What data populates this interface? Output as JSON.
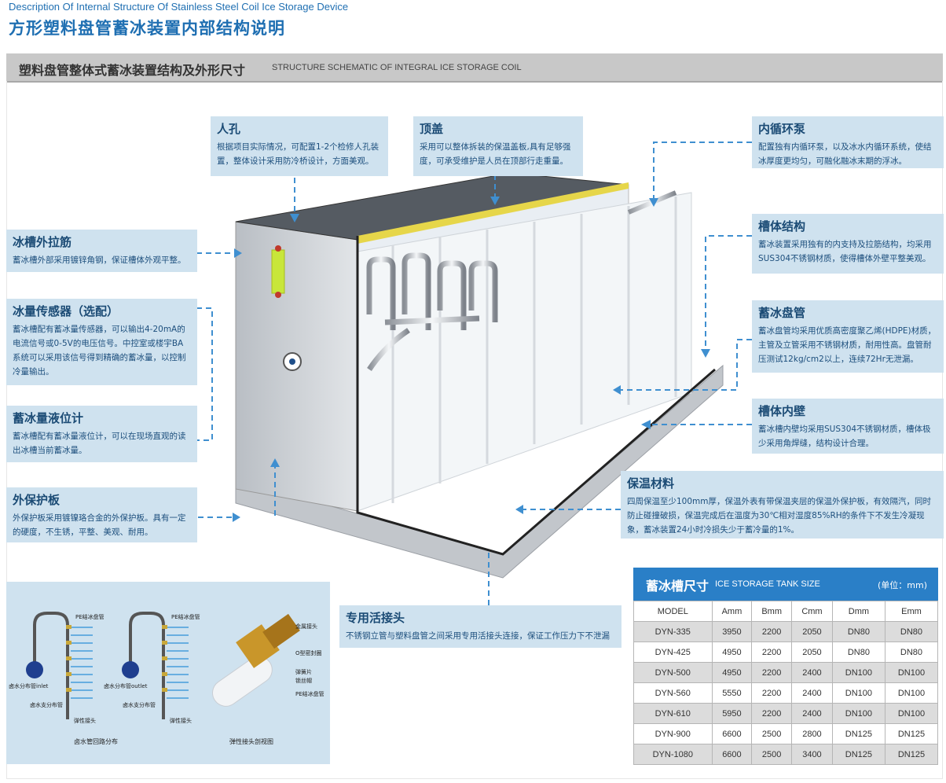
{
  "header": {
    "subtitle": "Description Of Internal Structure Of Stainless Steel Coil Ice Storage Device",
    "title": "方形塑料盘管蓄冰装置内部结构说明"
  },
  "section": {
    "title_zh": "塑料盘管整体式蓄冰装置结构及外形尺寸",
    "title_en": "STRUCTURE SCHEMATIC OF INTEGRAL ICE STORAGE COIL"
  },
  "callouts": {
    "manhole": {
      "title": "人孔",
      "desc": "根据项目实际情况，可配置1-2个检修人孔装置，整体设计采用防冷桥设计，方面美观。"
    },
    "top_cover": {
      "title": "顶盖",
      "desc": "采用可以整体拆装的保温盖板,具有足够强度，可承受维护是人员在顶部行走重量。"
    },
    "pump": {
      "title": "内循环泵",
      "desc": "配置独有内循环泵，以及冰水内循环系统，使结冰厚度更均匀，可融化融冰末期的浮冰。"
    },
    "rib": {
      "title": "冰槽外拉筋",
      "desc": "蓄冰槽外部采用镀锌角钢，保证槽体外观平整。"
    },
    "tank": {
      "title": "槽体结构",
      "desc": "蓄冰装置采用独有的内支持及拉筋结构，均采用SUS304不锈钢材质，使得槽体外壁平整美观。"
    },
    "sensor": {
      "title": "冰量传感器（选配）",
      "desc": "蓄冰槽配有蓄冰量传感器，可以输出4-20mA的电流信号或0-5V的电压信号。中控室或楼宇BA系统可以采用该信号得到精确的蓄冰量，以控制冷量输出。"
    },
    "coil": {
      "title": "蓄冰盘管",
      "desc": "蓄冰盘管均采用优质高密度聚乙烯(HDPE)材质，主管及立管采用不锈钢材质，耐用性高。盘管耐压测试12kg/cm2以上，连续72Hr无泄漏。"
    },
    "wall": {
      "title": "槽体内壁",
      "desc": "蓄冰槽内壁均采用SUS304不锈钢材质，槽体极少采用角焊缝，结构设计合理。"
    },
    "gauge": {
      "title": "蓄冰量液位计",
      "desc": "蓄冰槽配有蓄冰量液位计，可以在现场直观的读出冰槽当前蓄冰量。"
    },
    "insulation": {
      "title": "保温材料",
      "desc": "四周保温至少100mm厚，保温外表有带保温夹层的保温外保护板，有效隔汽，同时防止碰撞破损，保温完成后在温度为30℃相对湿度85%RH的条件下不发生冷凝现象，蓄冰装置24小时冷损失少于蓄冷量的1%。"
    },
    "panel": {
      "title": "外保护板",
      "desc": "外保护板采用镀镍珞合金的外保护板。具有一定的硬度，不生锈，平整、美观、耐用。"
    },
    "joint": {
      "title": "专用活接头",
      "desc": "不锈钢立管与塑料盘管之间采用专用活接头连接，保证工作压力下不泄漏"
    }
  },
  "diagram": {
    "labels": {
      "pe1": "PE结冰盘管",
      "inlet": "卤水分布管inlet",
      "branch1": "卤水支分布管",
      "joint1": "弹性接头",
      "pe2": "PE结冰盘管",
      "outlet": "卤水分布管outlet",
      "branch2": "卤水支分布管",
      "joint2": "弹性接头",
      "metal": "金属接头",
      "oring": "O型密封圈",
      "spring": "弹簧片",
      "nut": "锁丝帽",
      "pe3": "PE结冰盘管"
    },
    "captions": {
      "left": "卤水管回路分布",
      "right": "弹性接头剖视图"
    }
  },
  "size_table": {
    "title_zh": "蓄冰槽尺寸",
    "title_en": "ICE STORAGE TANK SIZE",
    "unit": "(单位：mm)",
    "headers": [
      "MODEL",
      "Amm",
      "Bmm",
      "Cmm",
      "Dmm",
      "Emm"
    ],
    "rows": [
      [
        "DYN-335",
        "3950",
        "2200",
        "2050",
        "DN80",
        "DN80"
      ],
      [
        "DYN-425",
        "4950",
        "2200",
        "2050",
        "DN80",
        "DN80"
      ],
      [
        "DYN-500",
        "4950",
        "2200",
        "2400",
        "DN100",
        "DN100"
      ],
      [
        "DYN-560",
        "5550",
        "2200",
        "2400",
        "DN100",
        "DN100"
      ],
      [
        "DYN-610",
        "5950",
        "2200",
        "2400",
        "DN100",
        "DN100"
      ],
      [
        "DYN-900",
        "6600",
        "2500",
        "2800",
        "DN125",
        "DN125"
      ],
      [
        "DYN-1080",
        "6600",
        "2500",
        "3400",
        "DN125",
        "DN125"
      ]
    ]
  },
  "colors": {
    "accent": "#1f6fb2",
    "callout_bg": "#cfe2ef",
    "table_header": "#2a7fc7"
  }
}
